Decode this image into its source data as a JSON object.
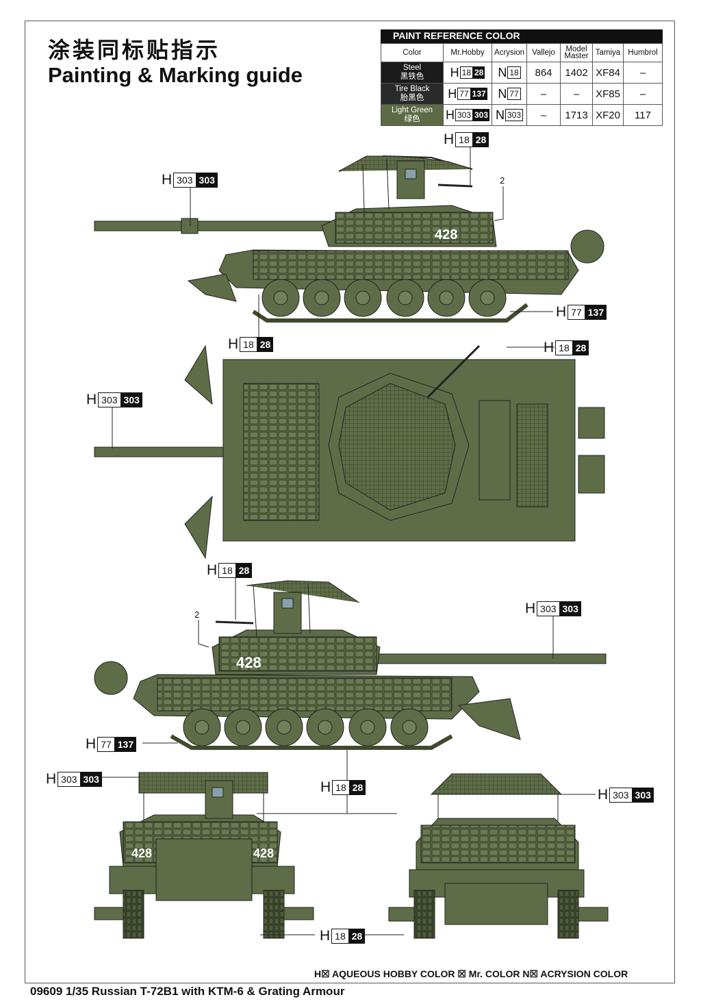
{
  "title_cn": "涂装同标贴指示",
  "title_en": "Painting & Marking guide",
  "paint_reference": {
    "heading": "PAINT  REFERENCE COLOR",
    "columns": [
      "Color",
      "Mr.Hobby",
      "Acrysion",
      "Vallejo",
      "Model Master",
      "Tamiya",
      "Humbrol"
    ],
    "rows": [
      {
        "name": "Steel",
        "name_cn": "黑铁色",
        "swatch": "#1a1a1a",
        "h_box": "18",
        "h_black": "28",
        "n_box": "18",
        "vallejo": "864",
        "model_master": "1402",
        "tamiya": "XF84",
        "humbrol": "–"
      },
      {
        "name": "Tire Black",
        "name_cn": "胎黑色",
        "swatch": "#2a2a2a",
        "h_box": "77",
        "h_black": "137",
        "n_box": "77",
        "vallejo": "–",
        "model_master": "–",
        "tamiya": "XF85",
        "humbrol": "–"
      },
      {
        "name": "Light Green",
        "name_cn": "绿色",
        "swatch": "#5d6b45",
        "h_box": "303",
        "h_black": "303",
        "n_box": "303",
        "vallejo": "–",
        "model_master": "1713",
        "tamiya": "XF20",
        "humbrol": "117"
      }
    ]
  },
  "callouts": {
    "h_letter": "H",
    "n_letter": "N",
    "steel_box": "18",
    "steel_black": "28",
    "tire_box": "77",
    "tire_black": "137",
    "green_box": "303",
    "green_black": "303"
  },
  "part_number": "2",
  "hull_number": "428",
  "colors": {
    "olive": "#5e6d47",
    "olive_dark": "#3f4a2e",
    "olive_light": "#71805a",
    "line": "#222222"
  },
  "legend": "H☒ AQUEOUS HOBBY COLOR   ☒ Mr. COLOR   N☒ ACRYSION COLOR",
  "footer": "09609 1/35  Russian T-72B1 with KTM-6 & Grating Armour"
}
